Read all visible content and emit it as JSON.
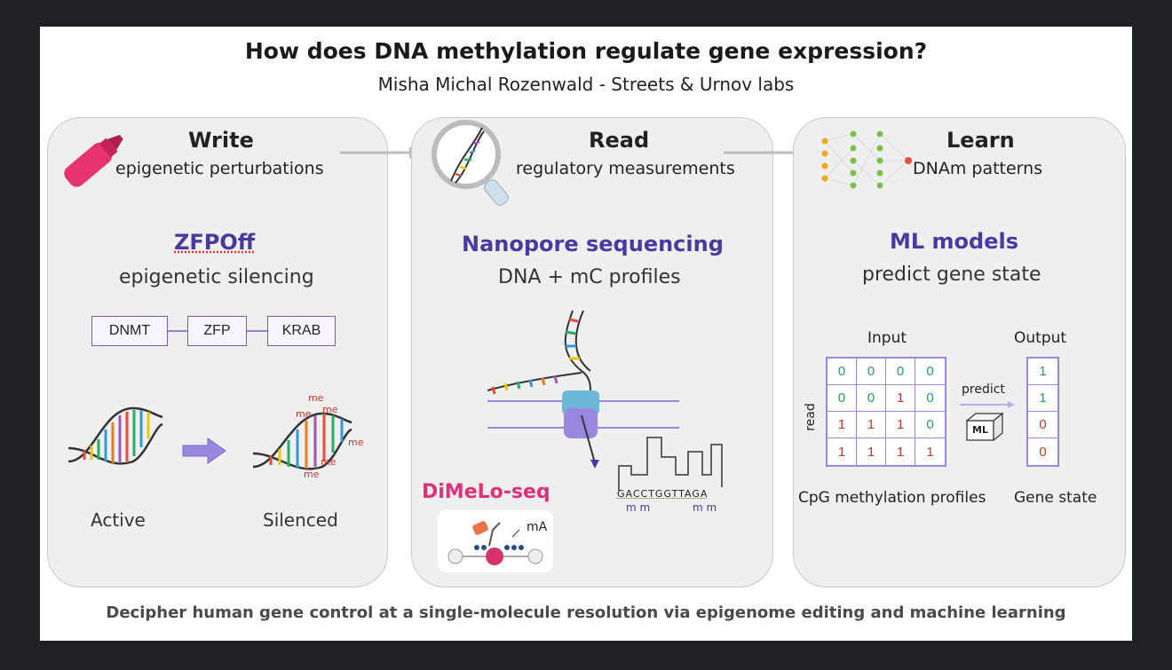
{
  "header": {
    "title": "How does DNA methylation regulate gene expression?",
    "subtitle": "Misha Michal Rozenwald - Streets & Urnov labs"
  },
  "write": {
    "heading": "Write",
    "sub": "epigenetic perturbations",
    "method": "ZFPOff",
    "method_sub": "epigenetic silencing",
    "boxes": [
      "DNMT",
      "ZFP",
      "KRAB"
    ],
    "state_active": "Active",
    "state_silenced": "Silenced",
    "me_label": "me"
  },
  "read": {
    "heading": "Read",
    "sub": "regulatory measurements",
    "method": "Nanopore sequencing",
    "method_sub": "DNA + mC profiles",
    "assay": "DiMeLo-seq",
    "assay_label": "mA",
    "sequence": "GACCTGGTTAGA",
    "mod_left": "m m",
    "mod_right": "m m"
  },
  "learn": {
    "heading": "Learn",
    "sub": "DNAm patterns",
    "method": "ML models",
    "method_sub": "predict gene state",
    "input_label": "Input",
    "output_label": "Output",
    "row_label": "read",
    "predict_label": "predict",
    "ml_label": "ML",
    "matrix": [
      [
        "0",
        "0",
        "0",
        "0"
      ],
      [
        "0",
        "0",
        "1",
        "0"
      ],
      [
        "1",
        "1",
        "1",
        "0"
      ],
      [
        "1",
        "1",
        "1",
        "1"
      ]
    ],
    "output": [
      "1",
      "1",
      "0",
      "0"
    ],
    "caption_left": "CpG methylation profiles",
    "caption_right": "Gene state"
  },
  "footer": "Decipher human gene control at a single-molecule resolution via epigenome editing and machine learning",
  "colors": {
    "accent_purple": "#4a3aa0",
    "accent_pink": "#e0307a",
    "zero_green": "#2e9a5a",
    "one_red": "#c0392b"
  }
}
